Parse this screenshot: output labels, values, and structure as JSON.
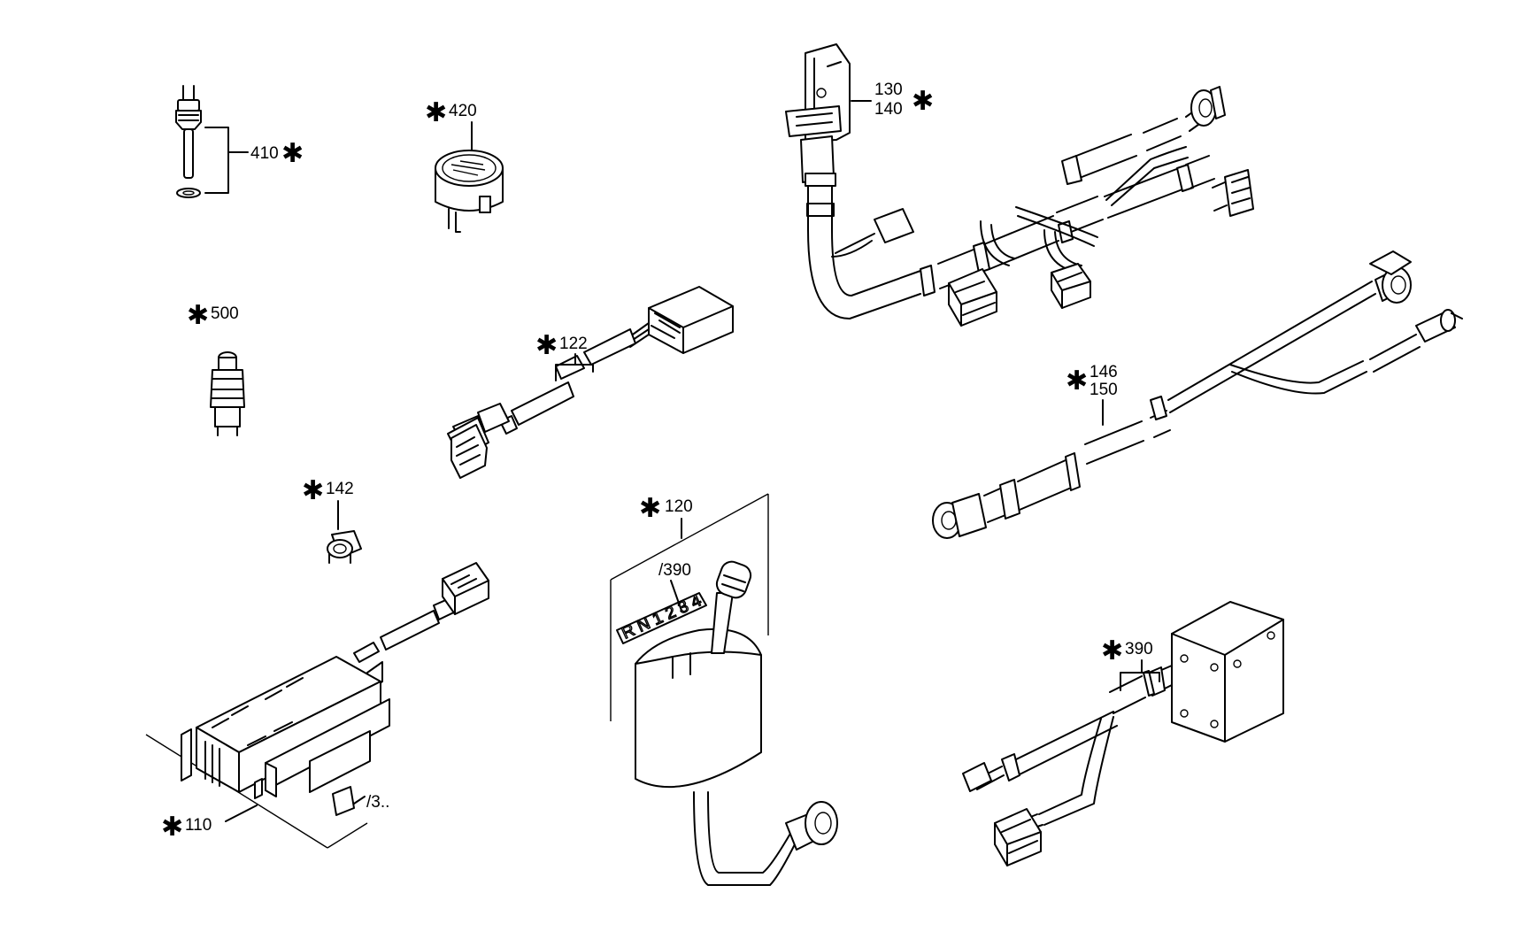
{
  "callouts": {
    "c410": {
      "number": "410",
      "star": "✱"
    },
    "c420": {
      "number": "420",
      "star": "✱"
    },
    "c500": {
      "number": "500",
      "star": "✱"
    },
    "c122": {
      "number": "122",
      "star": "✱"
    },
    "c142": {
      "number": "142",
      "star": "✱"
    },
    "c110": {
      "number": "110",
      "star": "✱"
    },
    "c3": {
      "number": "/3.."
    },
    "c120": {
      "number": "120",
      "star": "✱"
    },
    "c390a": {
      "number": "/390"
    },
    "c130": {
      "line1": "130",
      "line2": "140",
      "star": "✱"
    },
    "c146": {
      "line1": "146",
      "line2": "150",
      "star": "✱"
    },
    "c390b": {
      "number": "390",
      "star": "✱"
    }
  },
  "selector_scale": "R N 1 2 3 4"
}
